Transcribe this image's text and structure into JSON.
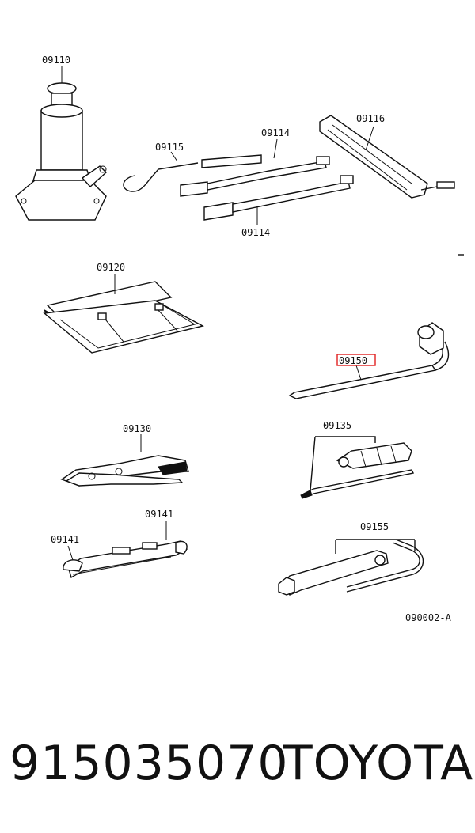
{
  "diagram": {
    "labels": {
      "jack": "09110",
      "handle_hook": "09115",
      "handle_upper": "09114",
      "handle_lower": "09114",
      "bar_wrench": "09116",
      "tool_bag": "09120",
      "wheel_wrench": "09150",
      "pliers": "09130",
      "screwdriver": "09135",
      "wrench_left": "09141",
      "wrench_right": "09141",
      "plug_wrench": "09155"
    },
    "highlight_color": "#e02020",
    "figure_code": "090002-A"
  },
  "footer": {
    "part_number": "915035070",
    "brand": "TOYOTA"
  }
}
